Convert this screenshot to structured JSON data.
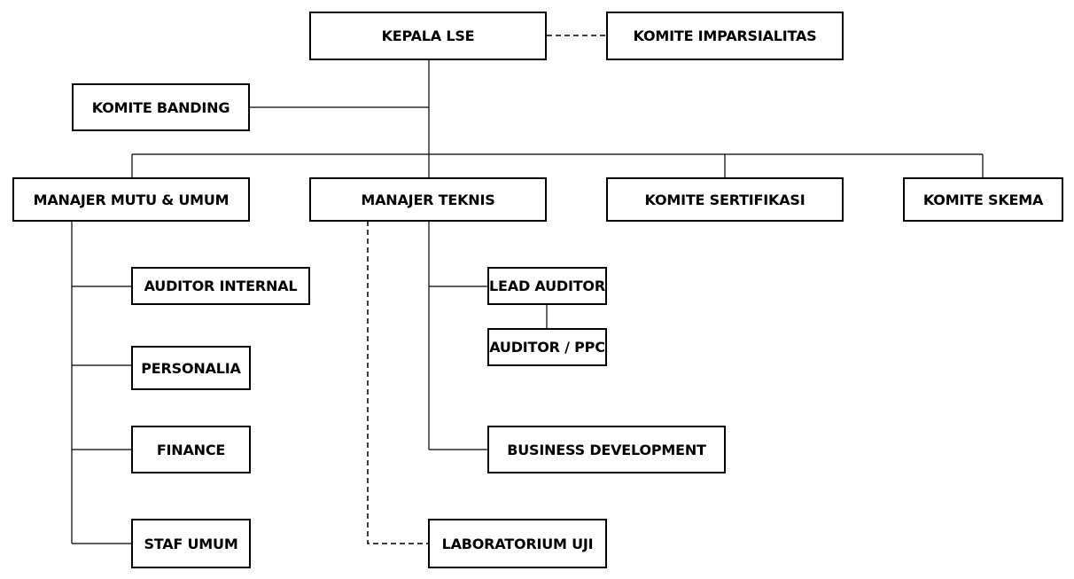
{
  "org_chart": {
    "head": "KEPALA LSE",
    "impartiality_committee": "KOMITE IMPARSIALITAS",
    "appeal_committee": "KOMITE BANDING",
    "quality_manager": "MANAJER MUTU & UMUM",
    "technical_manager": "MANAJER TEKNIS",
    "certification_committee": "KOMITE SERTIFIKASI",
    "scheme_committee": "KOMITE SKEMA",
    "internal_auditor": "AUDITOR INTERNAL",
    "personnel": "PERSONALIA",
    "finance": "FINANCE",
    "general_staff": "STAF UMUM",
    "lead_auditor": "LEAD AUDITOR",
    "auditor_ppc": "AUDITOR / PPC",
    "business_development": "BUSINESS DEVELOPMENT",
    "test_laboratory": "LABORATORIUM UJI"
  },
  "colors": {
    "line": "#000000",
    "box_border": "#000000",
    "box_fill": "#ffffff"
  }
}
